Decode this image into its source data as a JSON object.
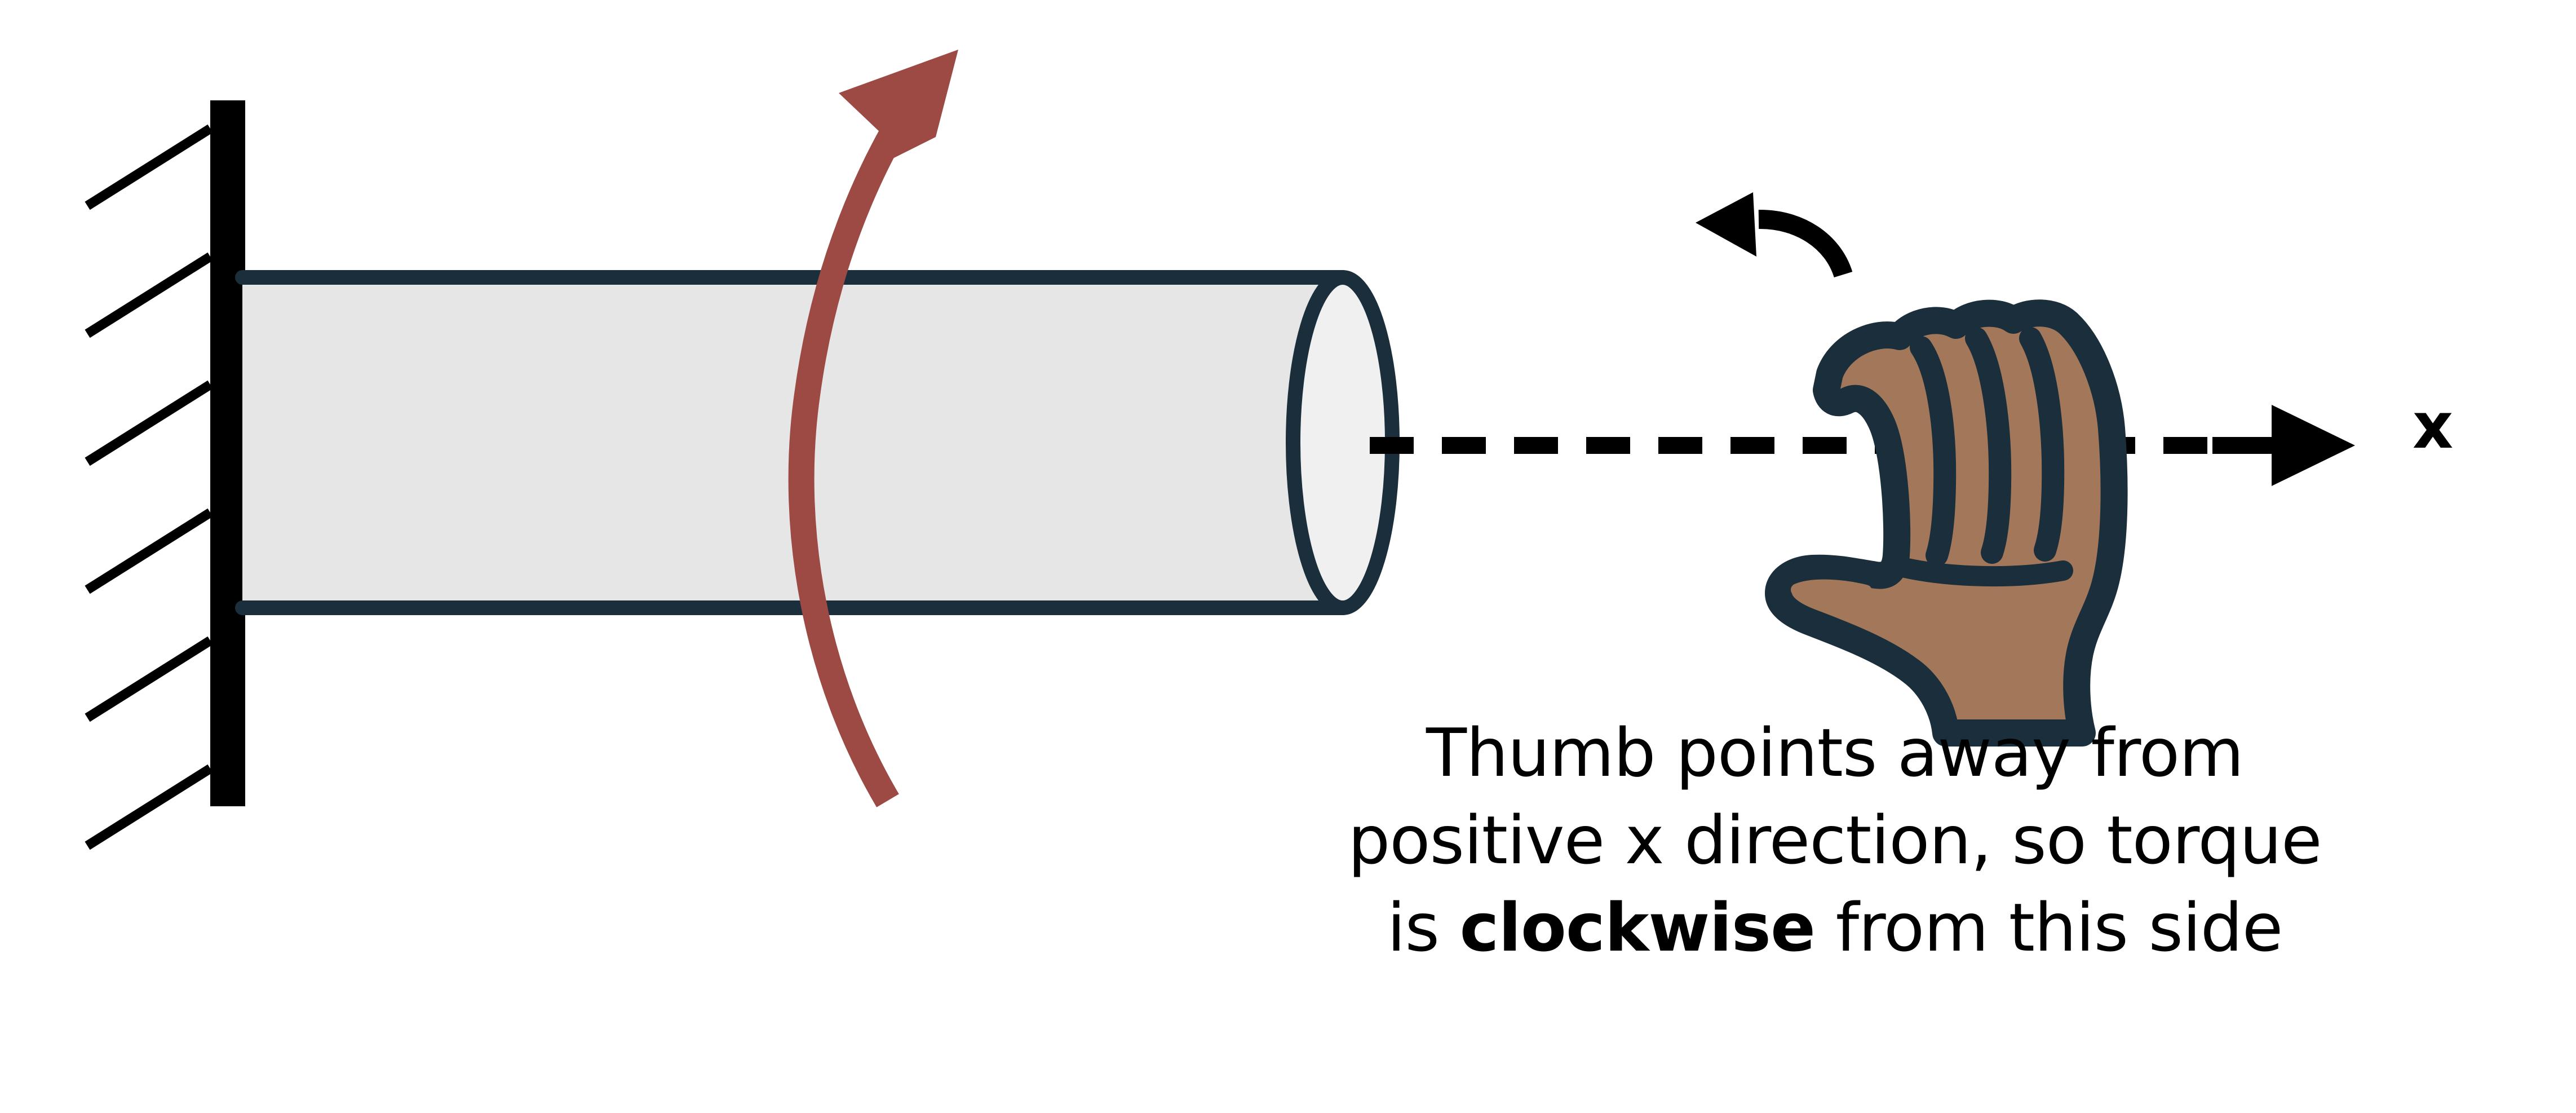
{
  "figure": {
    "title_visible": false,
    "background_color": "#ffffff"
  },
  "colors": {
    "wall_fill": "#000000",
    "hatch_stroke": "#000000",
    "shaft_fill": "#e6e6e6",
    "shaft_end_fill": "#f0f0f0",
    "shaft_stroke": "#1a2e3b",
    "torque_arrow": "#9d4a45",
    "axis_line": "#000000",
    "hand_outline": "#1a2e3b",
    "hand_skin": "#a3785a",
    "text": "#000000"
  },
  "elements": {
    "wall": {
      "name": "fixed-support-wall",
      "hatch_count": 6
    },
    "shaft": {
      "name": "cylindrical-shaft"
    },
    "torque_arrow": {
      "name": "torque-curved-arrow",
      "direction": "upward-sweep"
    },
    "axis": {
      "name": "x-axis-dashed-line",
      "arrow_direction": "right"
    },
    "hand": {
      "name": "right-hand-rule-hand",
      "thumb_direction": "left"
    },
    "rotation_arrow": {
      "name": "rotation-indicator-arrow",
      "direction": "counterclockwise-to-left"
    }
  },
  "labels": {
    "axis": "x"
  },
  "caption": {
    "line1": "Thumb points away from",
    "line2_pre": "positive x direction, so torque",
    "line3_pre": "is ",
    "line3_strong": "clockwise",
    "line3_post": " from this side"
  }
}
